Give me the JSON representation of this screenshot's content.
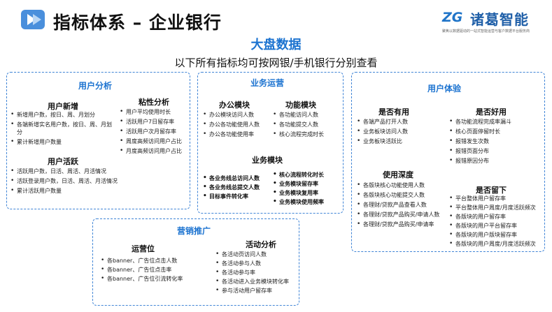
{
  "header": {
    "title": "指标体系 – 企业银行",
    "logo_name": "诸葛智能",
    "logo_mark": "ZG",
    "logo_tagline": "聚焦以数据驱动的一站式智能运营与客户数据平台服务商",
    "accent": "#1c73d0"
  },
  "main_title": "大盘数据",
  "subtitle": "以下所有指标均可按网银/手机银行分别查看",
  "user_analysis": {
    "title": "用户分析",
    "new_users": {
      "title": "用户新增",
      "items": [
        "新增用户数，按日、周、月划分",
        "各端新增实名用户数，按日、周、月划分",
        "累计新增用户数量"
      ]
    },
    "stickiness": {
      "title": "粘性分析",
      "items": [
        "用户平均使用时长",
        "活跃用户7日留存率",
        "活跃用户次月留存率",
        "周度高频访问用户占比",
        "月度高频访问用户占比"
      ]
    },
    "active_users": {
      "title": "用户活跃",
      "items": [
        "活跃用户数，日活、周活、月活情况",
        "活跃登录用户数，日活、周活、月活情况",
        "累计活跃用户数量"
      ]
    }
  },
  "business_ops": {
    "title": "业务运营",
    "office": {
      "title": "办公模块",
      "items": [
        "办公模块访问人数",
        "办公各功能使用人数",
        "办公各功能使用率"
      ]
    },
    "function": {
      "title": "功能模块",
      "items": [
        "各功能访问人数",
        "各功能提交人数",
        "核心流程完成时长"
      ]
    },
    "business": {
      "title": "业务模块",
      "left_items": [
        "各业务线总访问人数",
        "各业务线总提交人数",
        "目标事件转化率"
      ],
      "right_items": [
        "核心流程转化时长",
        "业务模块留存率",
        "业务模块复用率",
        "业务模块使用频率"
      ]
    }
  },
  "user_experience": {
    "title": "用户体验",
    "usefulness": {
      "title": "是否有用",
      "items": [
        "各端产品打开人数",
        "业务板块访问人数",
        "业务板块活跃比"
      ]
    },
    "ease": {
      "title": "是否好用",
      "items": [
        "各功能流程完成率漏斗",
        "核心页面停留时长",
        "报错发生次数",
        "报错页面分布",
        "报错原因分布"
      ]
    },
    "depth": {
      "title": "使用深度",
      "items": [
        "各版块核心功能使用人数",
        "各版块核心功能提交人数",
        "各理财/贷款产品查看人数",
        "各理财/贷款产品购买/申请人数",
        "各理财/贷款产品购买/申请率"
      ]
    },
    "retention": {
      "title": "是否留下",
      "items": [
        "平台整体用户留存率",
        "平台整体用户周度/月度活跃频次",
        "各版块的用户留存率",
        "各版块的用户平台留存率",
        "各版块的用户版块留存率",
        "各版块的用户周度/月度活跃频次"
      ]
    }
  },
  "marketing": {
    "title": "营销推广",
    "placement": {
      "title": "运营位",
      "items": [
        "各banner、广告位点击人数",
        "各banner、广告位点击率",
        "各banner、广告位引流转化率"
      ]
    },
    "campaign": {
      "title": "活动分析",
      "items": [
        "各活动页访问人数",
        "各活动参与人数",
        "各活动参与率",
        "各活动进入业务模块转化率",
        "参与活动用户留存率"
      ]
    }
  }
}
